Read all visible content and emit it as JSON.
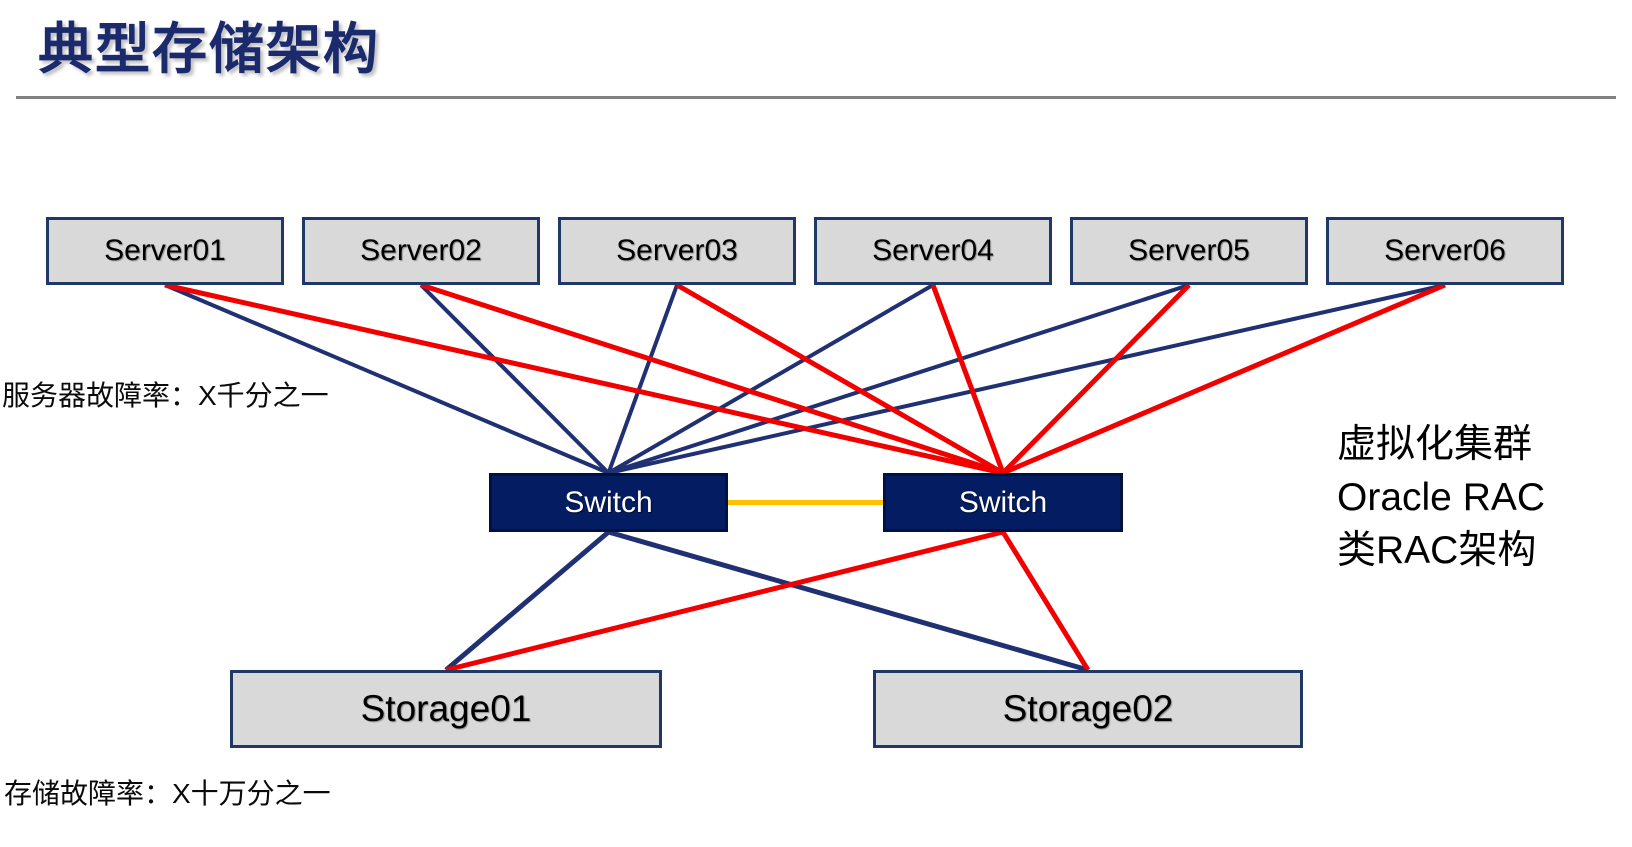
{
  "title": "典型存储架构",
  "annotations": {
    "server_failure_rate": "服务器故障率：X千分之一",
    "storage_failure_rate": "存储故障率：X十万分之一",
    "right_note_line1": "虚拟化集群",
    "right_note_line2": "Oracle RAC",
    "right_note_line3": "类RAC架构"
  },
  "colors": {
    "navy": "#203173",
    "red": "#f10000",
    "orange": "#ffc000",
    "box_fill": "#d9d9d9",
    "box_border": "#1f3864",
    "switch_fill": "#041d62",
    "switch_border": "#02123f",
    "title_color": "#1a2a6c",
    "divider": "#808080"
  },
  "nodes": {
    "servers": [
      {
        "id": "server1",
        "label": "Server01"
      },
      {
        "id": "server2",
        "label": "Server02"
      },
      {
        "id": "server3",
        "label": "Server03"
      },
      {
        "id": "server4",
        "label": "Server04"
      },
      {
        "id": "server5",
        "label": "Server05"
      },
      {
        "id": "server6",
        "label": "Server06"
      }
    ],
    "switches": [
      {
        "id": "switch-left",
        "label": "Switch"
      },
      {
        "id": "switch-right",
        "label": "Switch"
      }
    ],
    "storages": [
      {
        "id": "storage1",
        "label": "Storage01"
      },
      {
        "id": "storage2",
        "label": "Storage02"
      }
    ]
  },
  "edges": [
    {
      "from": "server1",
      "to": "switch-left",
      "color": "navy",
      "width": 4
    },
    {
      "from": "server2",
      "to": "switch-left",
      "color": "navy",
      "width": 4
    },
    {
      "from": "server3",
      "to": "switch-left",
      "color": "navy",
      "width": 4
    },
    {
      "from": "server4",
      "to": "switch-left",
      "color": "navy",
      "width": 4
    },
    {
      "from": "server5",
      "to": "switch-left",
      "color": "navy",
      "width": 4
    },
    {
      "from": "server6",
      "to": "switch-left",
      "color": "navy",
      "width": 4
    },
    {
      "from": "server1",
      "to": "switch-right",
      "color": "red",
      "width": 5
    },
    {
      "from": "server2",
      "to": "switch-right",
      "color": "red",
      "width": 5
    },
    {
      "from": "server3",
      "to": "switch-right",
      "color": "red",
      "width": 5
    },
    {
      "from": "server4",
      "to": "switch-right",
      "color": "red",
      "width": 5
    },
    {
      "from": "server5",
      "to": "switch-right",
      "color": "red",
      "width": 5
    },
    {
      "from": "server6",
      "to": "switch-right",
      "color": "red",
      "width": 5
    },
    {
      "from": "switch-left",
      "to": "storage1",
      "color": "navy",
      "width": 5
    },
    {
      "from": "switch-left",
      "to": "storage2",
      "color": "navy",
      "width": 5
    },
    {
      "from": "switch-right",
      "to": "storage1",
      "color": "red",
      "width": 5
    },
    {
      "from": "switch-right",
      "to": "storage2",
      "color": "red",
      "width": 5
    },
    {
      "from": "switch-left",
      "to": "switch-right",
      "color": "orange",
      "width": 5,
      "fromAnchor": "right",
      "toAnchor": "left"
    }
  ]
}
